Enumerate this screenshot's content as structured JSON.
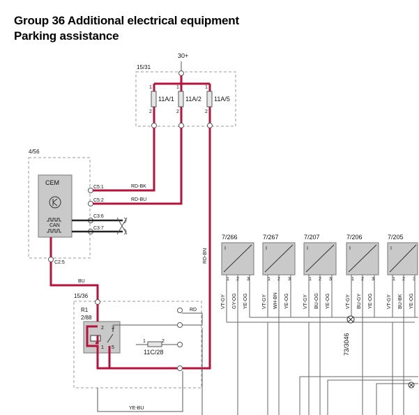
{
  "header": {
    "title_line1": "Group 36 Additional electrical equipment",
    "title_line2": "Parking assistance"
  },
  "supply": {
    "label": "30+"
  },
  "fuse_box": {
    "label": "15/31",
    "fuses": [
      {
        "name": "11A/1",
        "pin_top": "1",
        "pin_bottom": "2"
      },
      {
        "name": "11A/2",
        "pin_top": "1",
        "pin_bottom": "2"
      },
      {
        "name": "11A/5",
        "pin_top": "1",
        "pin_bottom": "2"
      }
    ]
  },
  "cem": {
    "frame_label": "4/56",
    "name": "CEM",
    "can_label": "CAN",
    "pins": [
      "C5:1",
      "C5:2",
      "C3:6",
      "C3:7",
      "C2:5"
    ]
  },
  "wires": {
    "rd_bk": "RD-BK",
    "rd_bu": "RD-BU",
    "rd_bn": "RD-BN",
    "bu": "BU",
    "rd": "RD",
    "ye_bu": "YE-BU"
  },
  "relay_box": {
    "label": "15/36",
    "relay_label": "R1",
    "relay_id": "2/88",
    "relay_pins": [
      "2",
      "3",
      "1",
      "5"
    ],
    "fuse_name": "11C/28",
    "fuse_pins": [
      "1",
      "2"
    ]
  },
  "sensors": [
    {
      "id": "7/266",
      "pin_label": "I",
      "pins": [
        "1",
        "2",
        "3"
      ],
      "wires": [
        "VT-GY",
        "GY-OG",
        "YE-OG"
      ]
    },
    {
      "id": "7/267",
      "pin_label": "I",
      "pins": [
        "1",
        "2",
        "3"
      ],
      "wires": [
        "VT-GY",
        "WH-BN",
        "YE-OG"
      ]
    },
    {
      "id": "7/207",
      "pin_label": "I",
      "pins": [
        "1",
        "2",
        "3"
      ],
      "wires": [
        "VT-GY",
        "BU-OG",
        "YE-OG"
      ]
    },
    {
      "id": "7/206",
      "pin_label": "I",
      "pins": [
        "1",
        "2",
        "3"
      ],
      "wires": [
        "VT-GY",
        "BU-GY",
        "YE-OG"
      ]
    },
    {
      "id": "7/205",
      "pin_label": "I",
      "pins": [
        "1",
        "2",
        "3"
      ],
      "wires": [
        "VT-GY",
        "BU-BK",
        "YE-OG"
      ]
    }
  ],
  "splice": {
    "label": "73/3046"
  }
}
